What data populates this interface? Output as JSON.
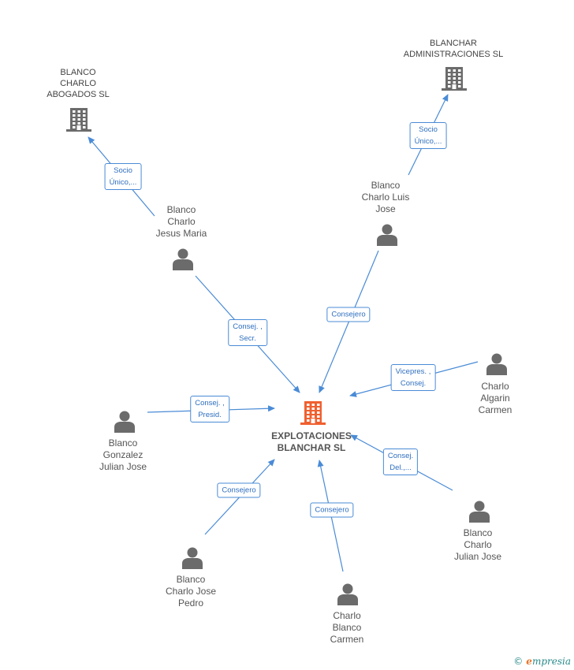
{
  "nodes": [
    {
      "id": "center",
      "kind": "company",
      "highlight": true,
      "lines": [
        "EXPLOTACIONES",
        "BLANCHAR SL"
      ]
    },
    {
      "id": "blanco_charlo_abogados",
      "kind": "company",
      "lines": [
        "BLANCO",
        "CHARLO",
        "ABOGADOS SL"
      ]
    },
    {
      "id": "blanchar_admin",
      "kind": "company",
      "lines": [
        "BLANCHAR",
        "ADMINISTRACIONES SL"
      ]
    },
    {
      "id": "jesus_maria",
      "kind": "person",
      "lines": [
        "Blanco",
        "Charlo",
        "Jesus Maria"
      ]
    },
    {
      "id": "luis_jose",
      "kind": "person",
      "lines": [
        "Blanco",
        "Charlo Luis",
        "Jose"
      ]
    },
    {
      "id": "algarin_carmen",
      "kind": "person",
      "lines": [
        "Charlo",
        "Algarin",
        "Carmen"
      ]
    },
    {
      "id": "gonzalez_julian",
      "kind": "person",
      "lines": [
        "Blanco",
        "Gonzalez",
        "Julian Jose"
      ]
    },
    {
      "id": "julian_jose",
      "kind": "person",
      "lines": [
        "Blanco",
        "Charlo",
        "Julian Jose"
      ]
    },
    {
      "id": "jose_pedro",
      "kind": "person",
      "lines": [
        "Blanco",
        "Charlo Jose",
        "Pedro"
      ]
    },
    {
      "id": "blanco_carmen",
      "kind": "person",
      "lines": [
        "Charlo",
        "Blanco",
        "Carmen"
      ]
    }
  ],
  "edges": [
    {
      "from": "jesus_maria",
      "to": "blanco_charlo_abogados",
      "lines": [
        "Socio",
        "Único,..."
      ]
    },
    {
      "from": "luis_jose",
      "to": "blanchar_admin",
      "lines": [
        "Socio",
        "Único,..."
      ]
    },
    {
      "from": "jesus_maria",
      "to": "center",
      "lines": [
        "Consej. ,",
        "Secr."
      ]
    },
    {
      "from": "luis_jose",
      "to": "center",
      "lines": [
        "Consejero"
      ]
    },
    {
      "from": "algarin_carmen",
      "to": "center",
      "lines": [
        "Vicepres. ,",
        "Consej."
      ]
    },
    {
      "from": "gonzalez_julian",
      "to": "center",
      "lines": [
        "Consej. ,",
        "Presid."
      ]
    },
    {
      "from": "julian_jose",
      "to": "center",
      "lines": [
        "Consej.",
        "Del.,..."
      ]
    },
    {
      "from": "jose_pedro",
      "to": "center",
      "lines": [
        "Consejero"
      ]
    },
    {
      "from": "blanco_carmen",
      "to": "center",
      "lines": [
        "Consejero"
      ]
    }
  ],
  "colors": {
    "edge": "#4a8bd6",
    "company_icon": "#6b6b6b",
    "highlight_company_icon": "#f06030",
    "person_icon": "#6b6b6b"
  },
  "brand": {
    "copyright": "©",
    "name_first": "e",
    "name_rest": "mpresia"
  }
}
